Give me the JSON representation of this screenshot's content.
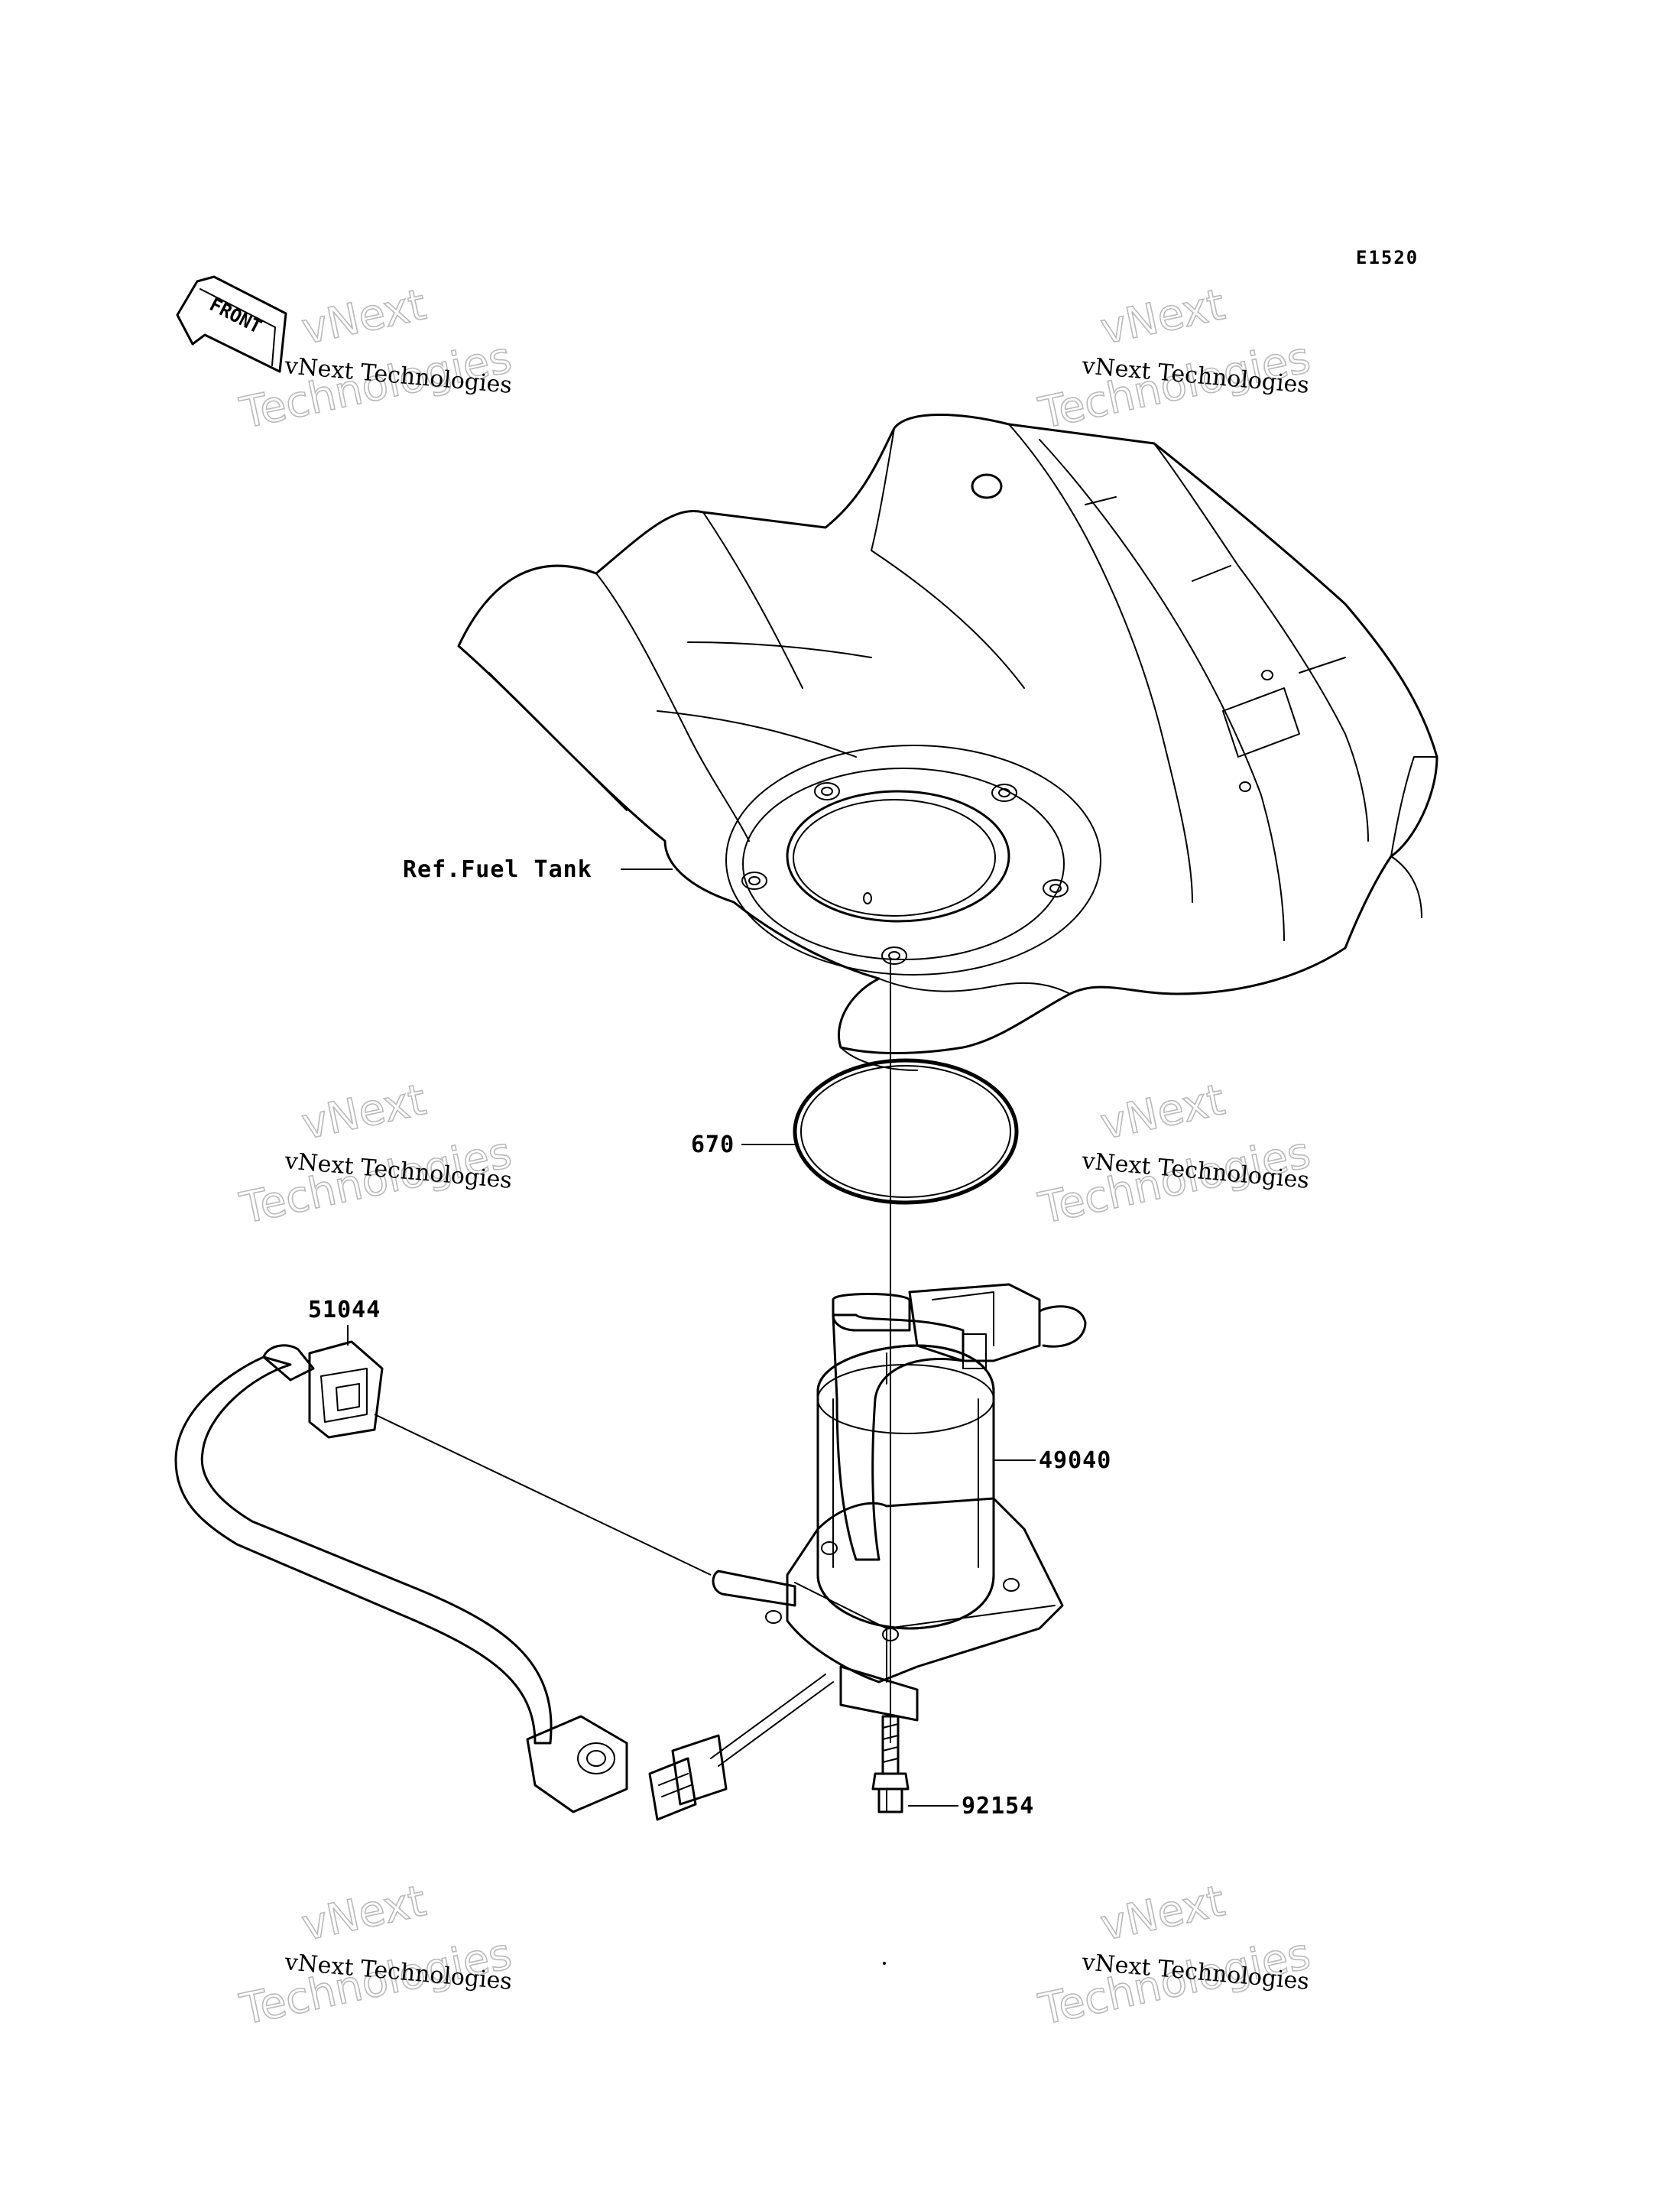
{
  "diagram": {
    "code": "E1520",
    "front_label": "FRONT",
    "parts": {
      "fuel_tank": "Ref.Fuel Tank",
      "oring": "670",
      "hose": "51044",
      "pump": "49040",
      "bolt": "92154"
    },
    "watermark": {
      "line_small": "vNext Technologies",
      "line_top": "vNext",
      "line_bottom": "Technologies"
    }
  }
}
